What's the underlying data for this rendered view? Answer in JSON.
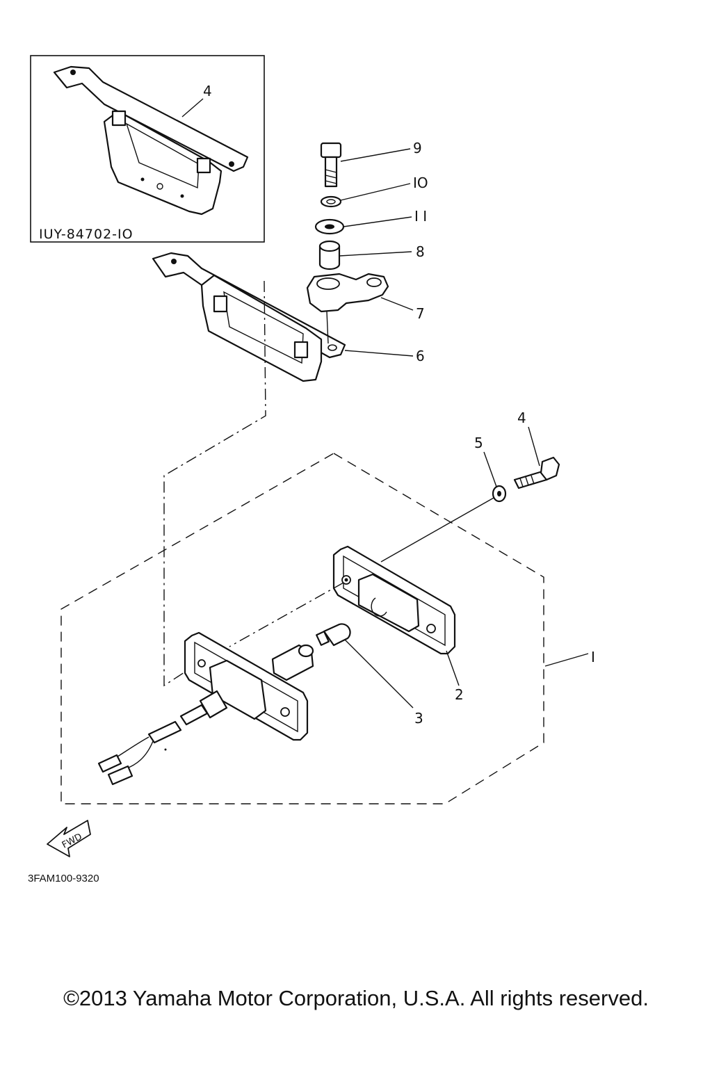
{
  "diagram": {
    "inset_part_number": "IUY-84702-IO",
    "figure_code": "3FAM100-9320",
    "direction_label": "FWD",
    "copyright": "©2013 Yamaha Motor Corporation, U.S.A. All rights reserved.",
    "callouts": {
      "inset_4": "4",
      "c9": "9",
      "c10": "IO",
      "c11": "I I",
      "c8": "8",
      "c7": "7",
      "c6": "6",
      "c4": "4",
      "c5": "5",
      "c1": "I",
      "c2": "2",
      "c3": "3"
    }
  }
}
